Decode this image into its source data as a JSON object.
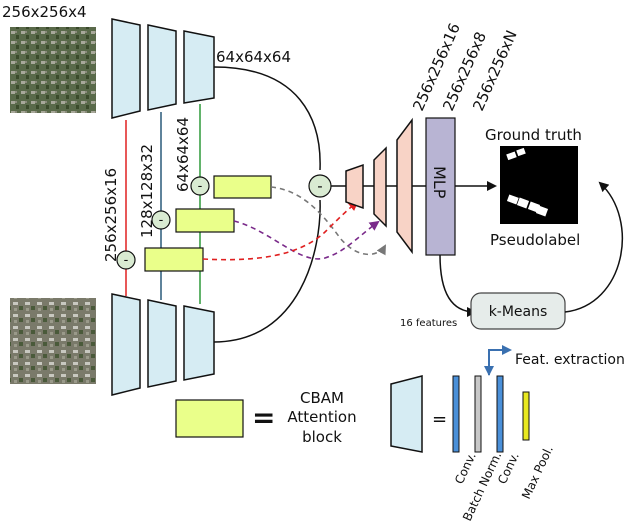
{
  "labels": {
    "input_top": "256x256x4",
    "encoder_out": "64x64x64",
    "skip_256": "256x256x16",
    "skip_128": "128x128x32",
    "skip_64": "64x64x64",
    "dec_16": "256x256x16",
    "dec_8": "256x256x8",
    "dec_n": "256x256xN",
    "mlp": "MLP",
    "ground_truth": "Ground truth",
    "pseudolabel": "Pseudolabel",
    "kmeans": "k-Means",
    "features": "16 features",
    "feat_extraction": "Feat. extraction",
    "cbam_line1": "CBAM",
    "cbam_line2": "Attention",
    "cbam_line3": "block",
    "equals": "=",
    "legend_conv1": "Conv.",
    "legend_batchnorm": "Batch Norm.",
    "legend_conv2": "Conv.",
    "legend_maxpool": "Max Pool.",
    "minus": "-"
  },
  "colors": {
    "encoder_fill": "#d6ecf3",
    "cbam_fill": "#eaff8a",
    "diff_fill": "#d9ebd2",
    "decoder_fill": "#f8d3c6",
    "mlp_fill": "#b8b4d3",
    "kmeans_fill": "#e6ecea",
    "red": "#e02020",
    "blue": "#2a5a7a",
    "green": "#2e9a3a",
    "purple": "#7a2a8a",
    "gray": "#777777",
    "conv_bar": "#4a90d9",
    "bn_bar": "#c8c8c8",
    "pool_bar": "#e8e820"
  },
  "icons": {
    "arrow": "arrow-right-icon",
    "minus": "minus-circle-icon"
  }
}
